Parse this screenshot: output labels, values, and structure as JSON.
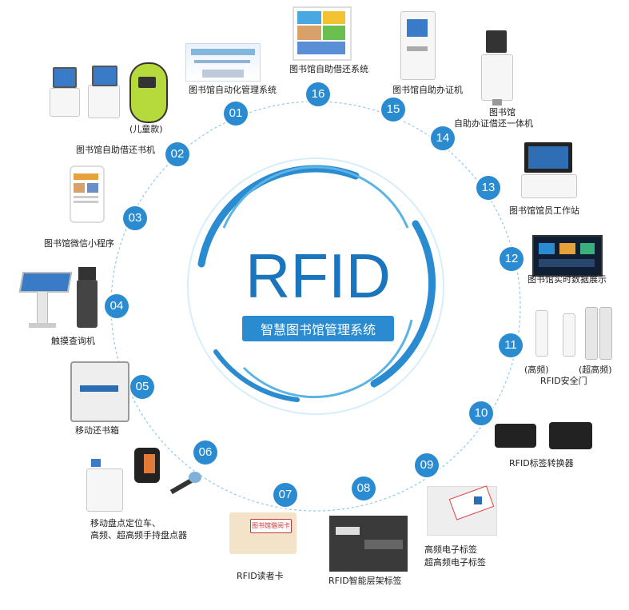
{
  "center": {
    "title": "RFID",
    "subtitle": "智慧图书馆管理系统"
  },
  "items": [
    {
      "num": "01",
      "label": "图书馆自动化管理系统"
    },
    {
      "num": "02",
      "label": "图书馆自助借还书机",
      "note": "(儿童款)"
    },
    {
      "num": "03",
      "label": "图书馆微信小程序"
    },
    {
      "num": "04",
      "label": "触摸查询机"
    },
    {
      "num": "05",
      "label": "移动还书箱"
    },
    {
      "num": "06",
      "label_line1": "移动盘点定位车、",
      "label_line2": "高频、超高频手持盘点器"
    },
    {
      "num": "07",
      "label": "RFID读者卡"
    },
    {
      "num": "08",
      "label": "RFID智能层架标签"
    },
    {
      "num": "09",
      "label_line1": "高频电子标签",
      "label_line2": "超高频电子标签"
    },
    {
      "num": "10",
      "label": "RFID标签转换器"
    },
    {
      "num": "11",
      "label": "RFID安全门",
      "note_left": "(高频)",
      "note_right": "(超高频)"
    },
    {
      "num": "12",
      "label": "图书馆实时数据展示"
    },
    {
      "num": "13",
      "label": "图书馆馆员工作站"
    },
    {
      "num": "14",
      "label_line1": "图书馆",
      "label_line2": "自助办证借还一体机"
    },
    {
      "num": "15",
      "label": "图书馆自助办证机"
    },
    {
      "num": "16",
      "label": "图书馆自助借还系统"
    }
  ],
  "product_text": {
    "reader_card": "图书馆借阅卡"
  },
  "colors": {
    "accent": "#2a8bd0",
    "ring_light": "#bfe3f7",
    "dashed": "#8fc9ec"
  }
}
